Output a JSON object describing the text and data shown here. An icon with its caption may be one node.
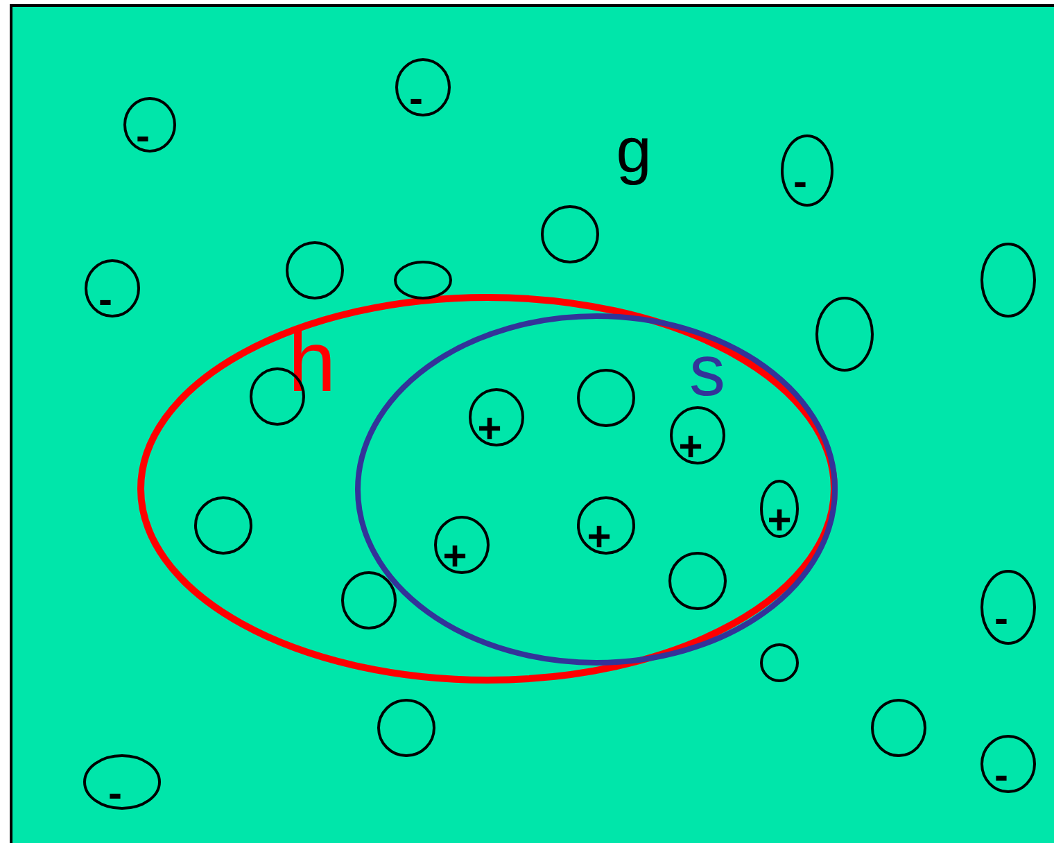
{
  "diagram": {
    "nodes": [
      {
        "text": [
          "g"
        ]
      },
      {
        "text": [
          "h"
        ],
        "in": 0
      },
      {
        "text": [
          "s"
        ],
        "in": 1
      },
      {
        "text": [
          "-"
        ],
        "in": 0
      },
      {
        "text": [
          "-"
        ],
        "in": 0
      },
      {
        "text": [
          "-"
        ],
        "in": 0
      },
      {
        "text": [],
        "shape": "circle",
        "in": 0
      },
      {
        "text": [],
        "shape": "circle",
        "in": 0
      },
      {
        "text": [],
        "shape": "circle",
        "in": 0
      },
      {
        "text": [],
        "shape": "circle",
        "in": 0
      },
      {
        "text": [
          "-"
        ],
        "in": 0
      },
      {
        "text": [],
        "shape": "circle",
        "in": 0
      },
      {
        "text": [],
        "shape": "circle",
        "in": 1
      },
      {
        "text": [],
        "shape": "circle",
        "in": 2
      },
      {
        "text": [
          "+"
        ],
        "in": 2
      },
      {
        "text": [
          "+"
        ],
        "in": 2
      },
      {
        "text": [
          "+"
        ],
        "in": 2
      },
      {
        "text": [],
        "shape": "circle",
        "in": 1
      },
      {
        "text": [
          "+"
        ],
        "in": 2
      },
      {
        "text": [
          "+"
        ],
        "in": 2
      },
      {
        "text": [],
        "shape": "circle",
        "in": 2
      },
      {
        "text": [],
        "shape": "circle",
        "in": 1
      },
      {
        "text": [
          "-"
        ],
        "in": 0
      },
      {
        "text": [],
        "shape": "circle",
        "in": 0
      },
      {
        "text": [],
        "shape": "circle",
        "in": 0
      },
      {
        "text": [],
        "shape": "circle",
        "in": 0
      },
      {
        "text": [
          "-"
        ],
        "in": 0
      },
      {
        "text": [
          "-"
        ],
        "in": 0
      }
    ]
  }
}
